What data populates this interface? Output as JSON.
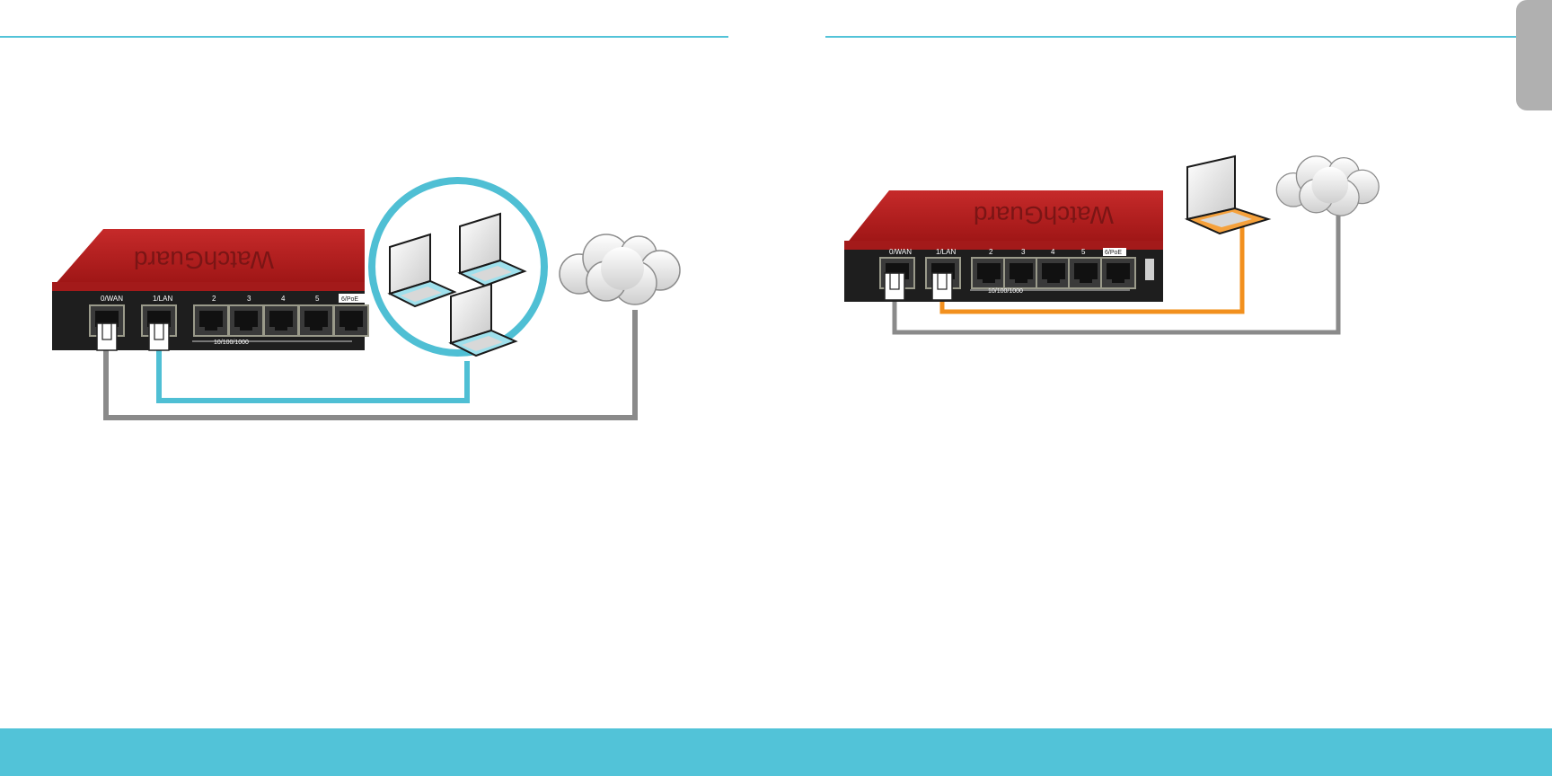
{
  "colors": {
    "accent": "#52c3d8",
    "wan_cable": "#8a8a8a",
    "lan_cable_left": "#4fbfd4",
    "lan_cable_right": "#f2901e",
    "device_red": "#b51f1f",
    "device_panel": "#1e1e1e",
    "tab_gray": "#b0b0b0"
  },
  "left_diagram": {
    "device": {
      "brand": "WatchGuard",
      "port_labels": [
        "0/WAN",
        "1/LAN",
        "2",
        "3",
        "4",
        "5",
        "6/PoE"
      ],
      "speed_label": "10/100/1000"
    },
    "network_icon": "laptop-group-icon",
    "internet_icon": "cloud-icon"
  },
  "right_diagram": {
    "device": {
      "brand": "WatchGuard",
      "port_labels": [
        "0/WAN",
        "1/LAN",
        "2",
        "3",
        "4",
        "5",
        "6/PoE"
      ],
      "speed_label": "10/100/1000"
    },
    "computer_icon": "laptop-icon",
    "internet_icon": "cloud-icon"
  }
}
